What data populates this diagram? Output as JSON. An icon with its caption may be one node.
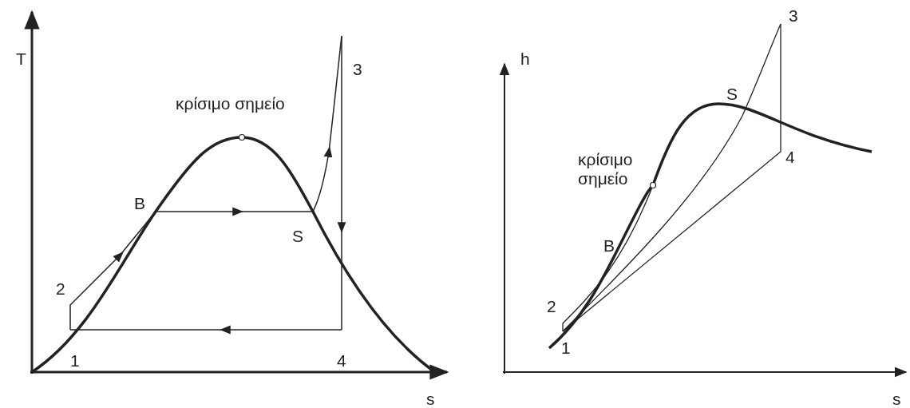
{
  "diagram": {
    "labels": [
      "T",
      "κρίσιμο σημείο",
      "3",
      "B",
      "S",
      "2",
      "1",
      "4",
      "s",
      "h",
      "3",
      "S",
      "κρίσιμο σημείο",
      "4",
      "B",
      "2",
      "1",
      "s"
    ]
  }
}
